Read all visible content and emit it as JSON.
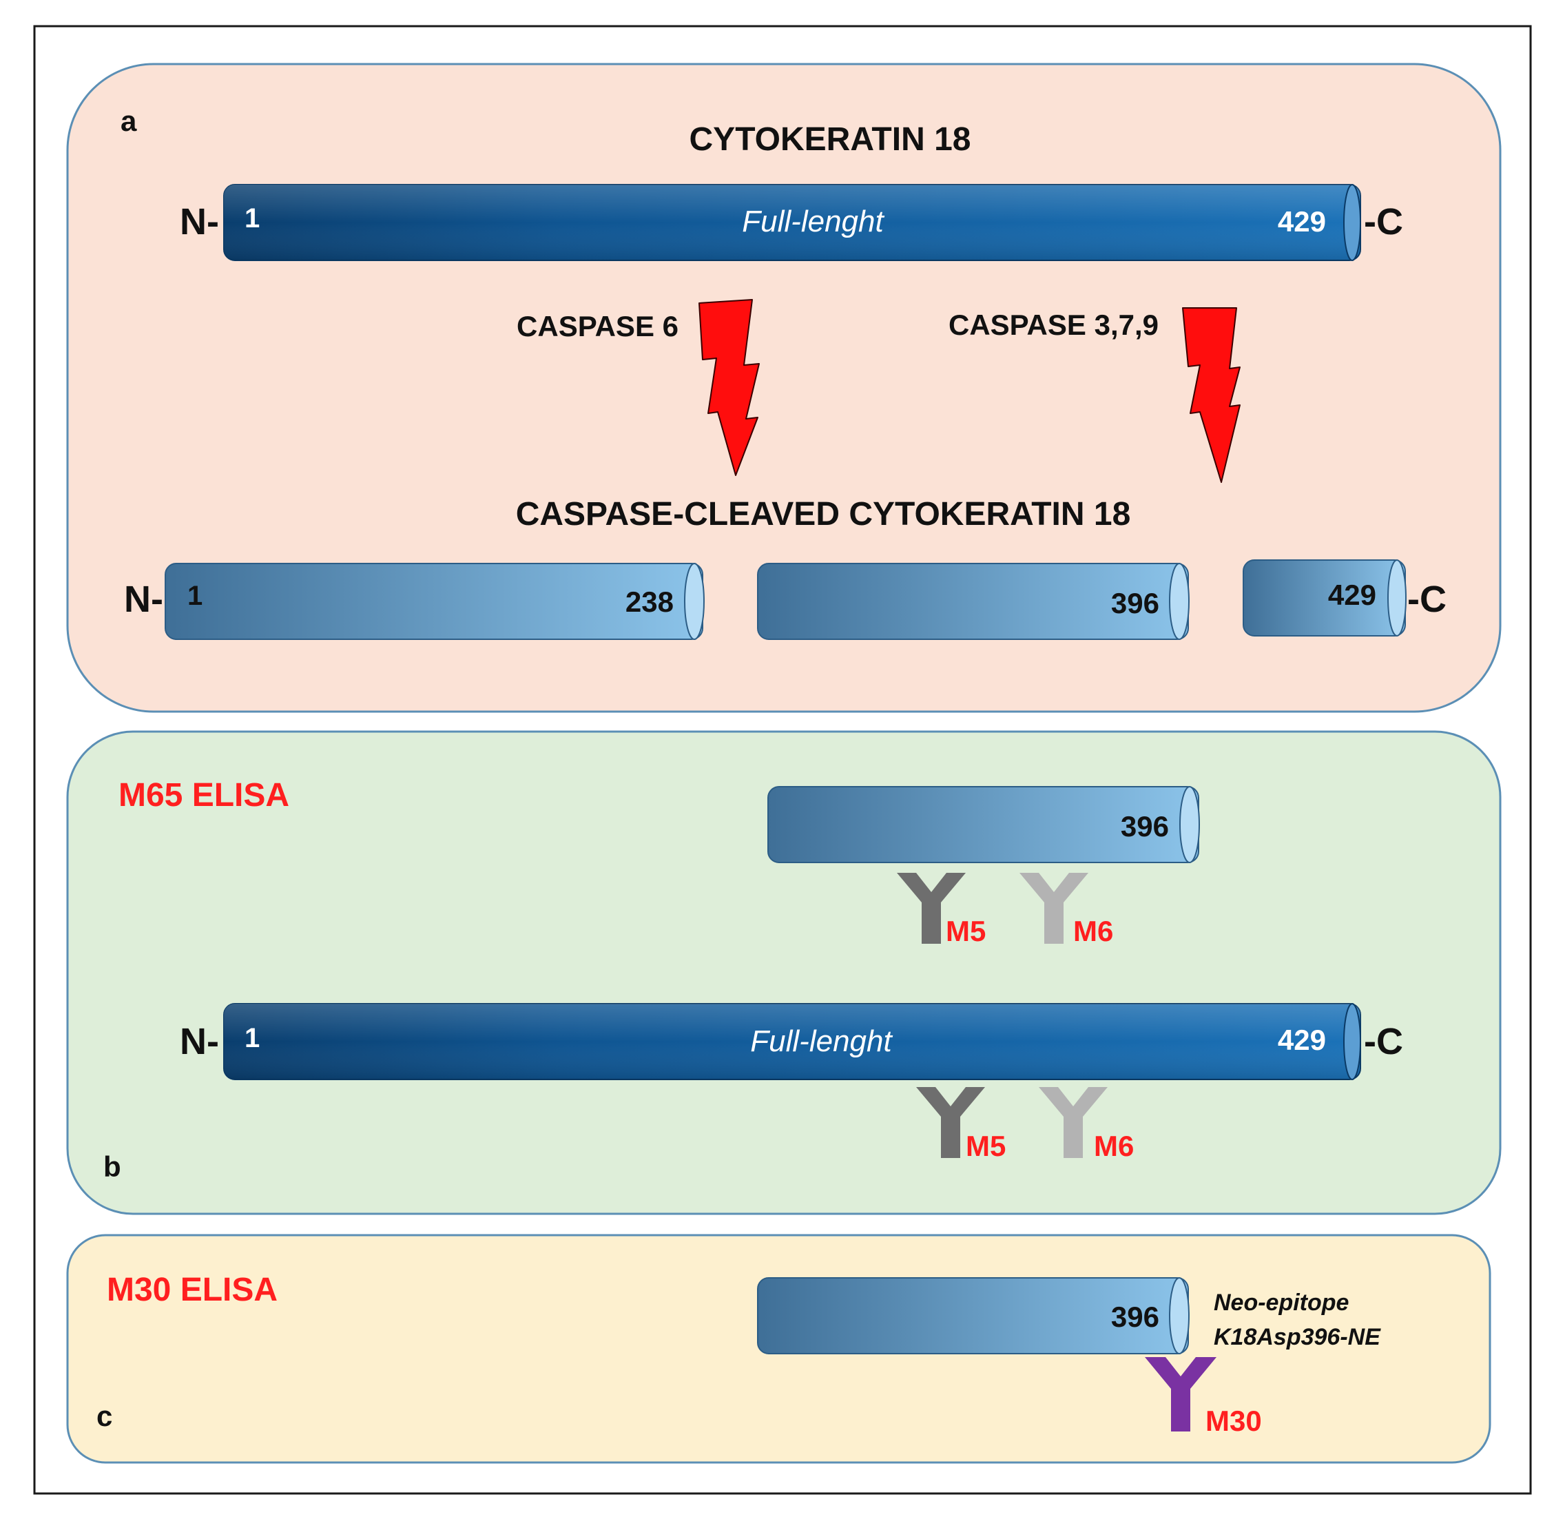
{
  "panel_a": {
    "letter": "a",
    "title": "CYTOKERATIN 18",
    "full_length": {
      "n_label": "N-",
      "start": "1",
      "label": "Full-lenght",
      "end": "429",
      "c_label": "-C"
    },
    "caspase_6_label": "CASPASE 6",
    "caspase_379_label": "CASPASE 3,7,9",
    "cleaved_title": "CASPASE-CLEAVED CYTOKERATIN 18",
    "fragments": {
      "n_label": "N-",
      "frag1_start": "1",
      "frag1_end": "238",
      "frag2_end": "396",
      "frag3_end": "429",
      "c_label": "-C"
    }
  },
  "panel_b": {
    "letter": "b",
    "title": "M65 ELISA",
    "fragment_end": "396",
    "antibody_m5": "M5",
    "antibody_m6": "M6",
    "full_length": {
      "n_label": "N-",
      "start": "1",
      "label": "Full-lenght",
      "end": "429",
      "c_label": "-C"
    }
  },
  "panel_c": {
    "letter": "c",
    "title": "M30 ELISA",
    "fragment_end": "396",
    "neo_epitope_line1": "Neo-epitope",
    "neo_epitope_line2": "K18Asp396-NE",
    "antibody_m30": "M30"
  },
  "colors": {
    "panel_a_bg": "#fbe2d6",
    "panel_b_bg": "#deeed9",
    "panel_c_bg": "#fdf0cf",
    "panel_border": "#5b8fb5",
    "elisa_title": "#ff1f1f",
    "antibody_label": "#ff1f1f",
    "bolt": "#ff0d0d",
    "antibody_m5": "#6e6e6e",
    "antibody_m6": "#b3b3b3",
    "antibody_m30": "#7a32a2"
  }
}
